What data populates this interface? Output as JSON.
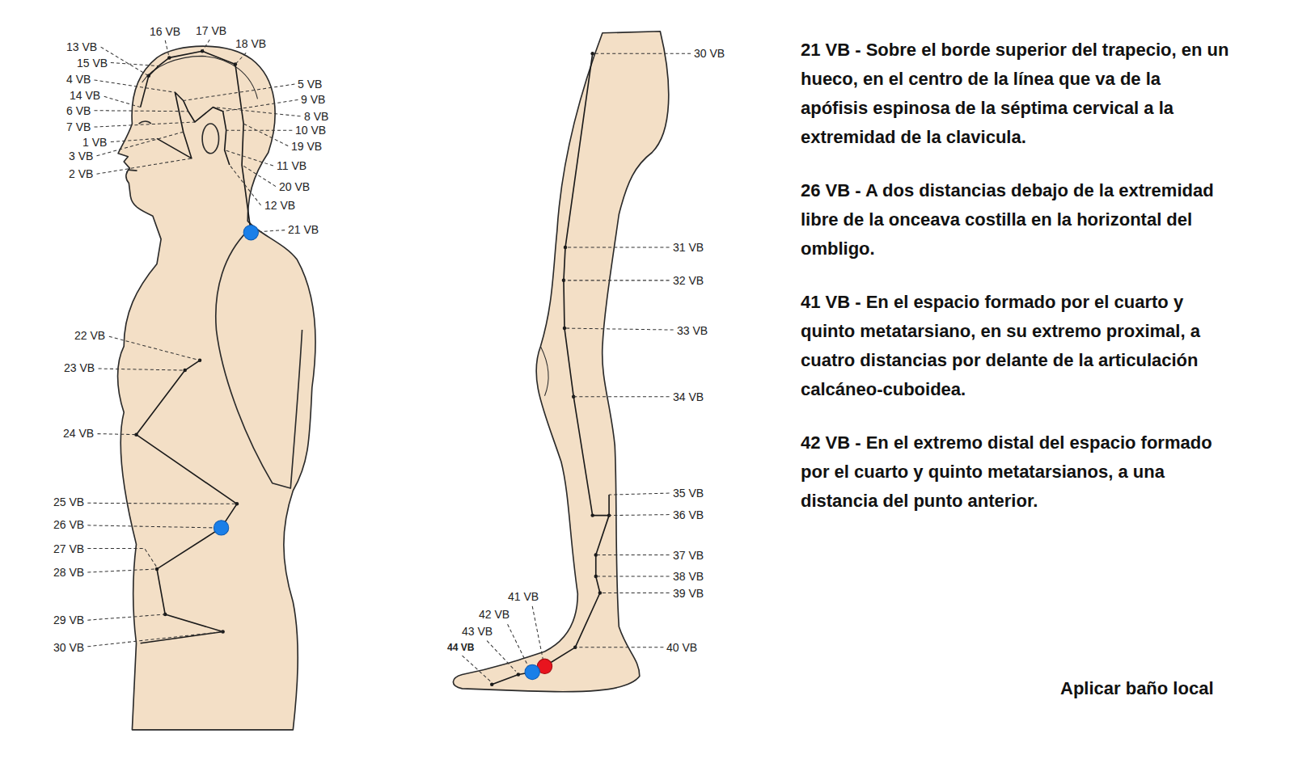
{
  "diagram": {
    "labels": [
      "13 VB",
      "16 VB",
      "17 VB",
      "18 VB",
      "15 VB",
      "4 VB",
      "5 VB",
      "14 VB",
      "9 VB",
      "6 VB",
      "8 VB",
      "7 VB",
      "10 VB",
      "1 VB",
      "19 VB",
      "3 VB",
      "11 VB",
      "2 VB",
      "20 VB",
      "12 VB",
      "21 VB",
      "22 VB",
      "23 VB",
      "24 VB",
      "25 VB",
      "26 VB",
      "27 VB",
      "28 VB",
      "29 VB",
      "30 VB",
      "30 VB",
      "31 VB",
      "32 VB",
      "33 VB",
      "34 VB",
      "35 VB",
      "36 VB",
      "37 VB",
      "38 VB",
      "39 VB",
      "40 VB",
      "41 VB",
      "42 VB",
      "43 VB",
      "44 VB",
      "21 VB - Sobre el borde superior del trapecio, en un hueco, en el centro de la línea que va de la apófisis espinosa de la séptima cervical a la extremidad de la clavicula.",
      "26 VB - A dos distancias debajo de la extremidad libre de la onceava costilla en la horizontal del ombligo.",
      "41 VB - En el espacio formado por el cuarto y quinto metatarsiano, en su extremo proximal, a cuatro distancias por delante de la articulación calcáneo-cuboidea.",
      "42 VB - En el extremo distal del espacio formado por el cuarto y quinto metatarsianos, a una distancia del punto anterior.",
      "Aplicar baño local"
    ]
  }
}
